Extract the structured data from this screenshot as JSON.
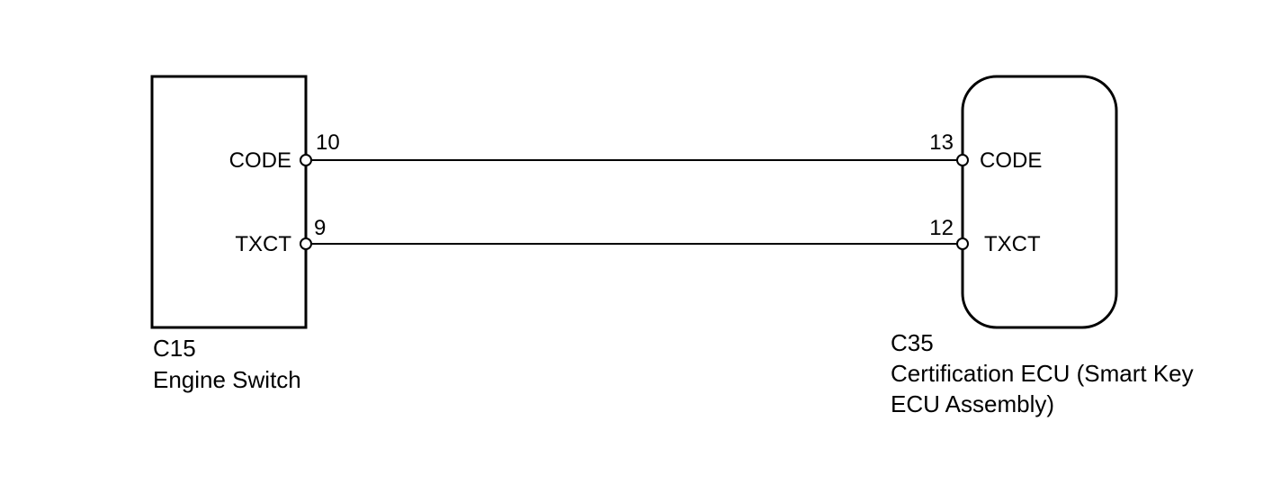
{
  "left_component": {
    "connector": "C15",
    "name": "Engine Switch",
    "pins": [
      {
        "label": "CODE",
        "number": "10"
      },
      {
        "label": "TXCT",
        "number": "9"
      }
    ]
  },
  "right_component": {
    "connector": "C35",
    "name_line1": "Certification ECU (Smart Key",
    "name_line2": "ECU Assembly)",
    "pins": [
      {
        "label": "CODE",
        "number": "13"
      },
      {
        "label": "TXCT",
        "number": "12"
      }
    ]
  },
  "wires": [
    {
      "from": "left_component.pins.0",
      "to": "right_component.pins.0"
    },
    {
      "from": "left_component.pins.1",
      "to": "right_component.pins.1"
    }
  ]
}
